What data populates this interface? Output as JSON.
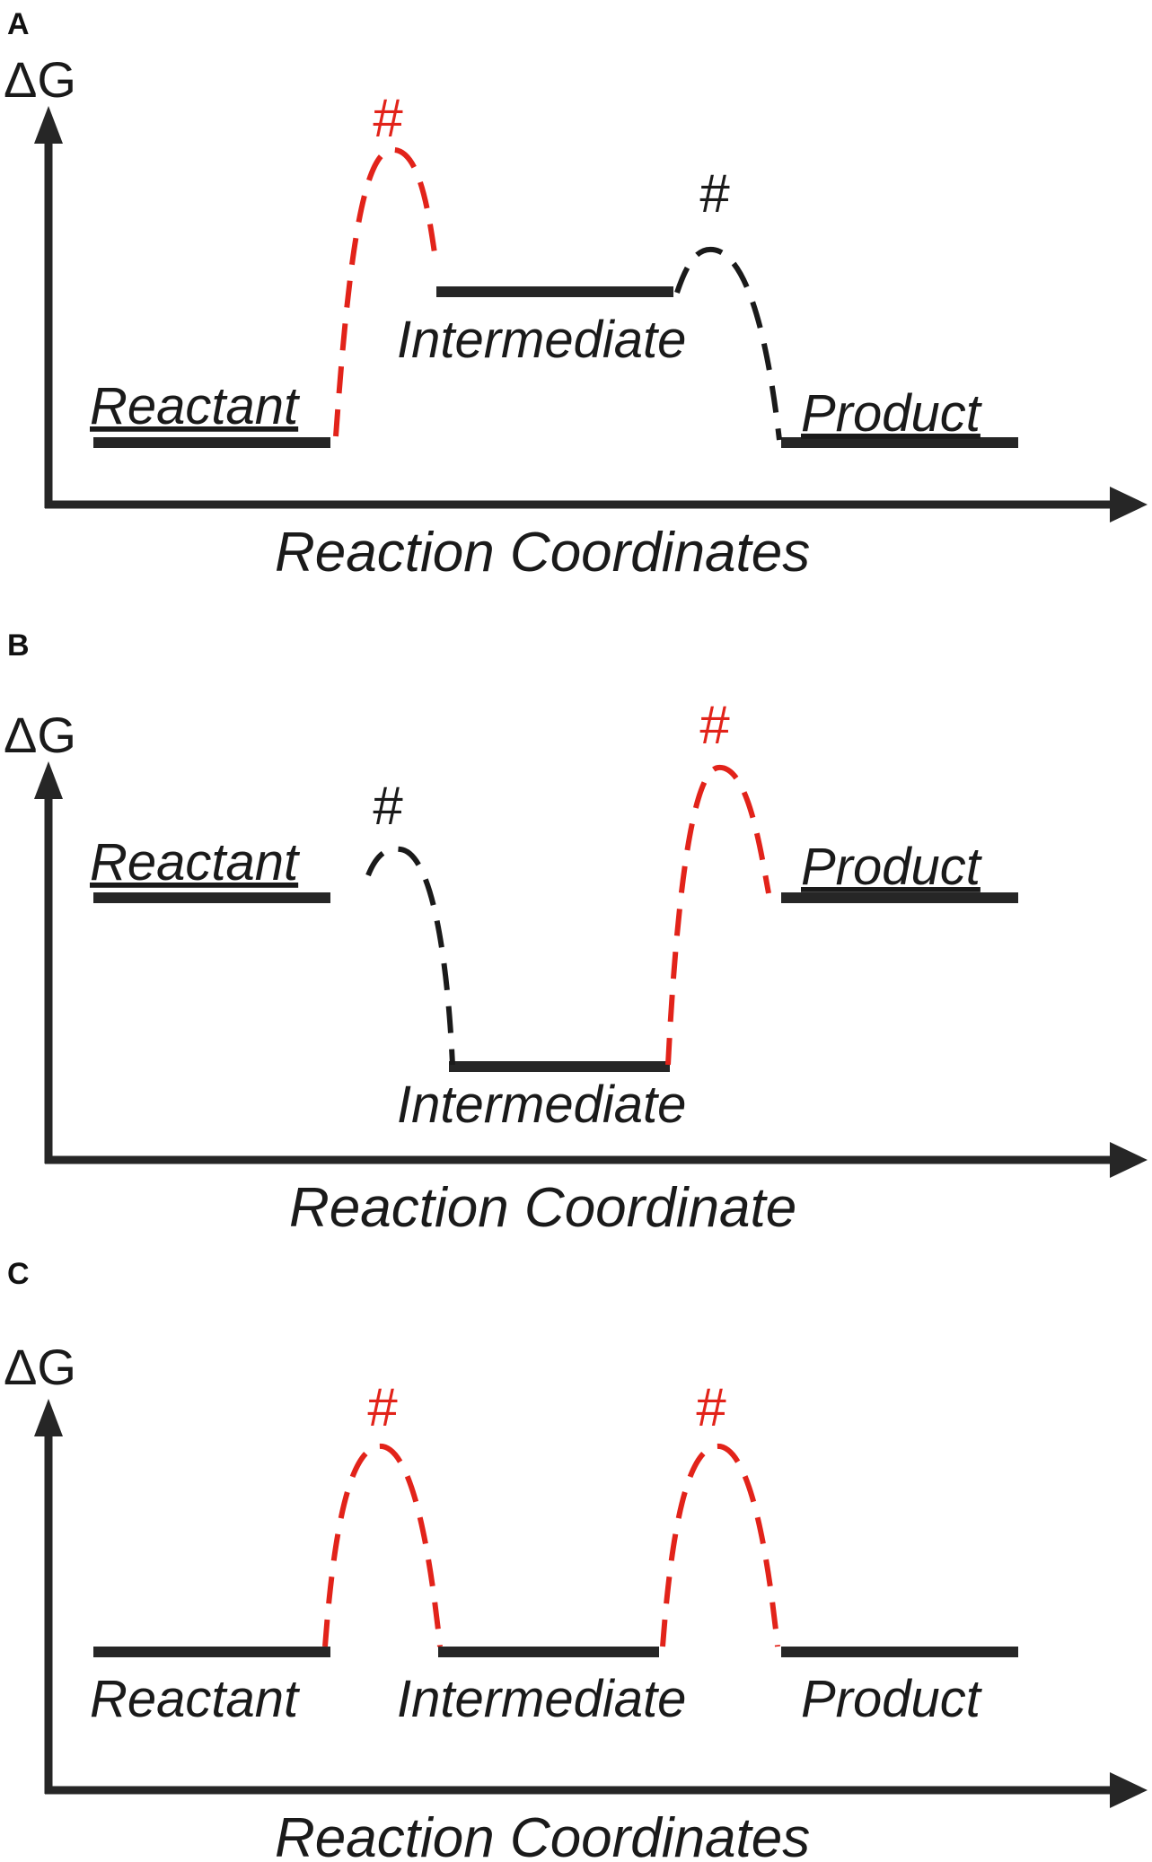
{
  "colors": {
    "rate_limiting": "#e2231a",
    "non_rate_limiting": "#1a1a1a",
    "axis": "#262626"
  },
  "panels": [
    {
      "letter": "A",
      "y_axis_label": "ΔG",
      "x_axis_label": "Reaction Coordinates",
      "reactant_label": "Reactant",
      "intermediate_label": "Intermediate",
      "product_label": "Product",
      "barrier_1_marker": "#",
      "barrier_2_marker": "#",
      "barrier_1_rate_limiting": true,
      "barrier_2_rate_limiting": false
    },
    {
      "letter": "B",
      "y_axis_label": "ΔG",
      "x_axis_label": "Reaction Coordinate",
      "reactant_label": "Reactant",
      "intermediate_label": "Intermediate",
      "product_label": "Product",
      "barrier_1_marker": "#",
      "barrier_2_marker": "#",
      "barrier_1_rate_limiting": false,
      "barrier_2_rate_limiting": true
    },
    {
      "letter": "C",
      "y_axis_label": "ΔG",
      "x_axis_label": "Reaction Coordinates",
      "reactant_label": "Reactant",
      "intermediate_label": "Intermediate",
      "product_label": "Product",
      "barrier_1_marker": "#",
      "barrier_2_marker": "#",
      "barrier_1_rate_limiting": true,
      "barrier_2_rate_limiting": true
    }
  ]
}
